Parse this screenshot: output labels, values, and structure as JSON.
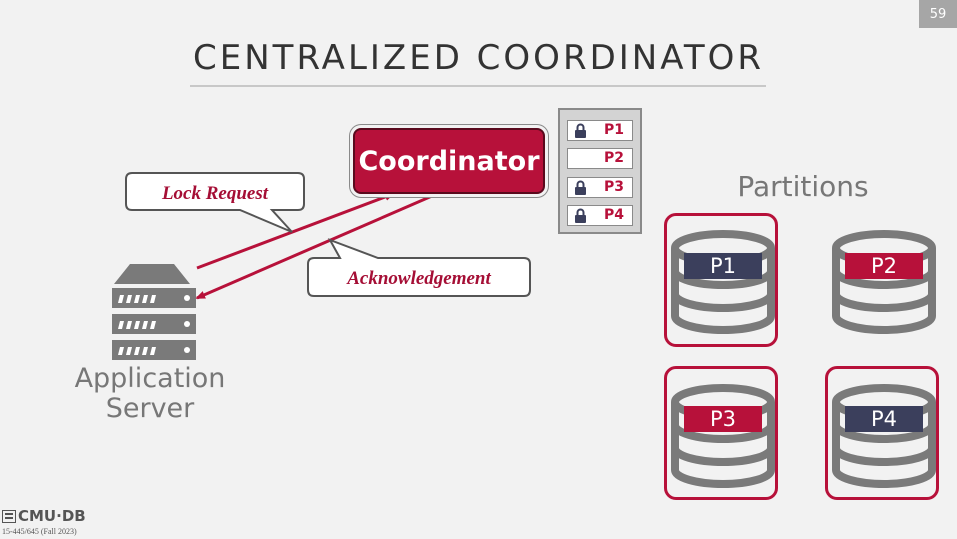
{
  "slide": {
    "number": "59",
    "title": "CENTRALIZED COORDINATOR"
  },
  "coordinator": {
    "label": "Coordinator"
  },
  "lock_table": {
    "rows": [
      {
        "label": "P1",
        "locked": true
      },
      {
        "label": "P2",
        "locked": false
      },
      {
        "label": "P3",
        "locked": true
      },
      {
        "label": "P4",
        "locked": true
      }
    ]
  },
  "callouts": {
    "request": "Lock Request",
    "response": "Acknowledgement"
  },
  "server": {
    "label_line1": "Application",
    "label_line2": "Server"
  },
  "partitions": {
    "title": "Partitions",
    "items": [
      {
        "label": "P1",
        "locked": true
      },
      {
        "label": "P2",
        "locked": false
      },
      {
        "label": "P3",
        "locked": true
      },
      {
        "label": "P4",
        "locked": true
      }
    ]
  },
  "footer": {
    "logo": "CMU·DB",
    "course": "15-445/645 (Fall 2023)"
  },
  "colors": {
    "accent": "#b7113a",
    "slate": "#3b3f5c",
    "text_gray": "#777777"
  },
  "icons": {
    "lock": "lock-icon",
    "server": "server-icon",
    "database": "database-icon"
  }
}
